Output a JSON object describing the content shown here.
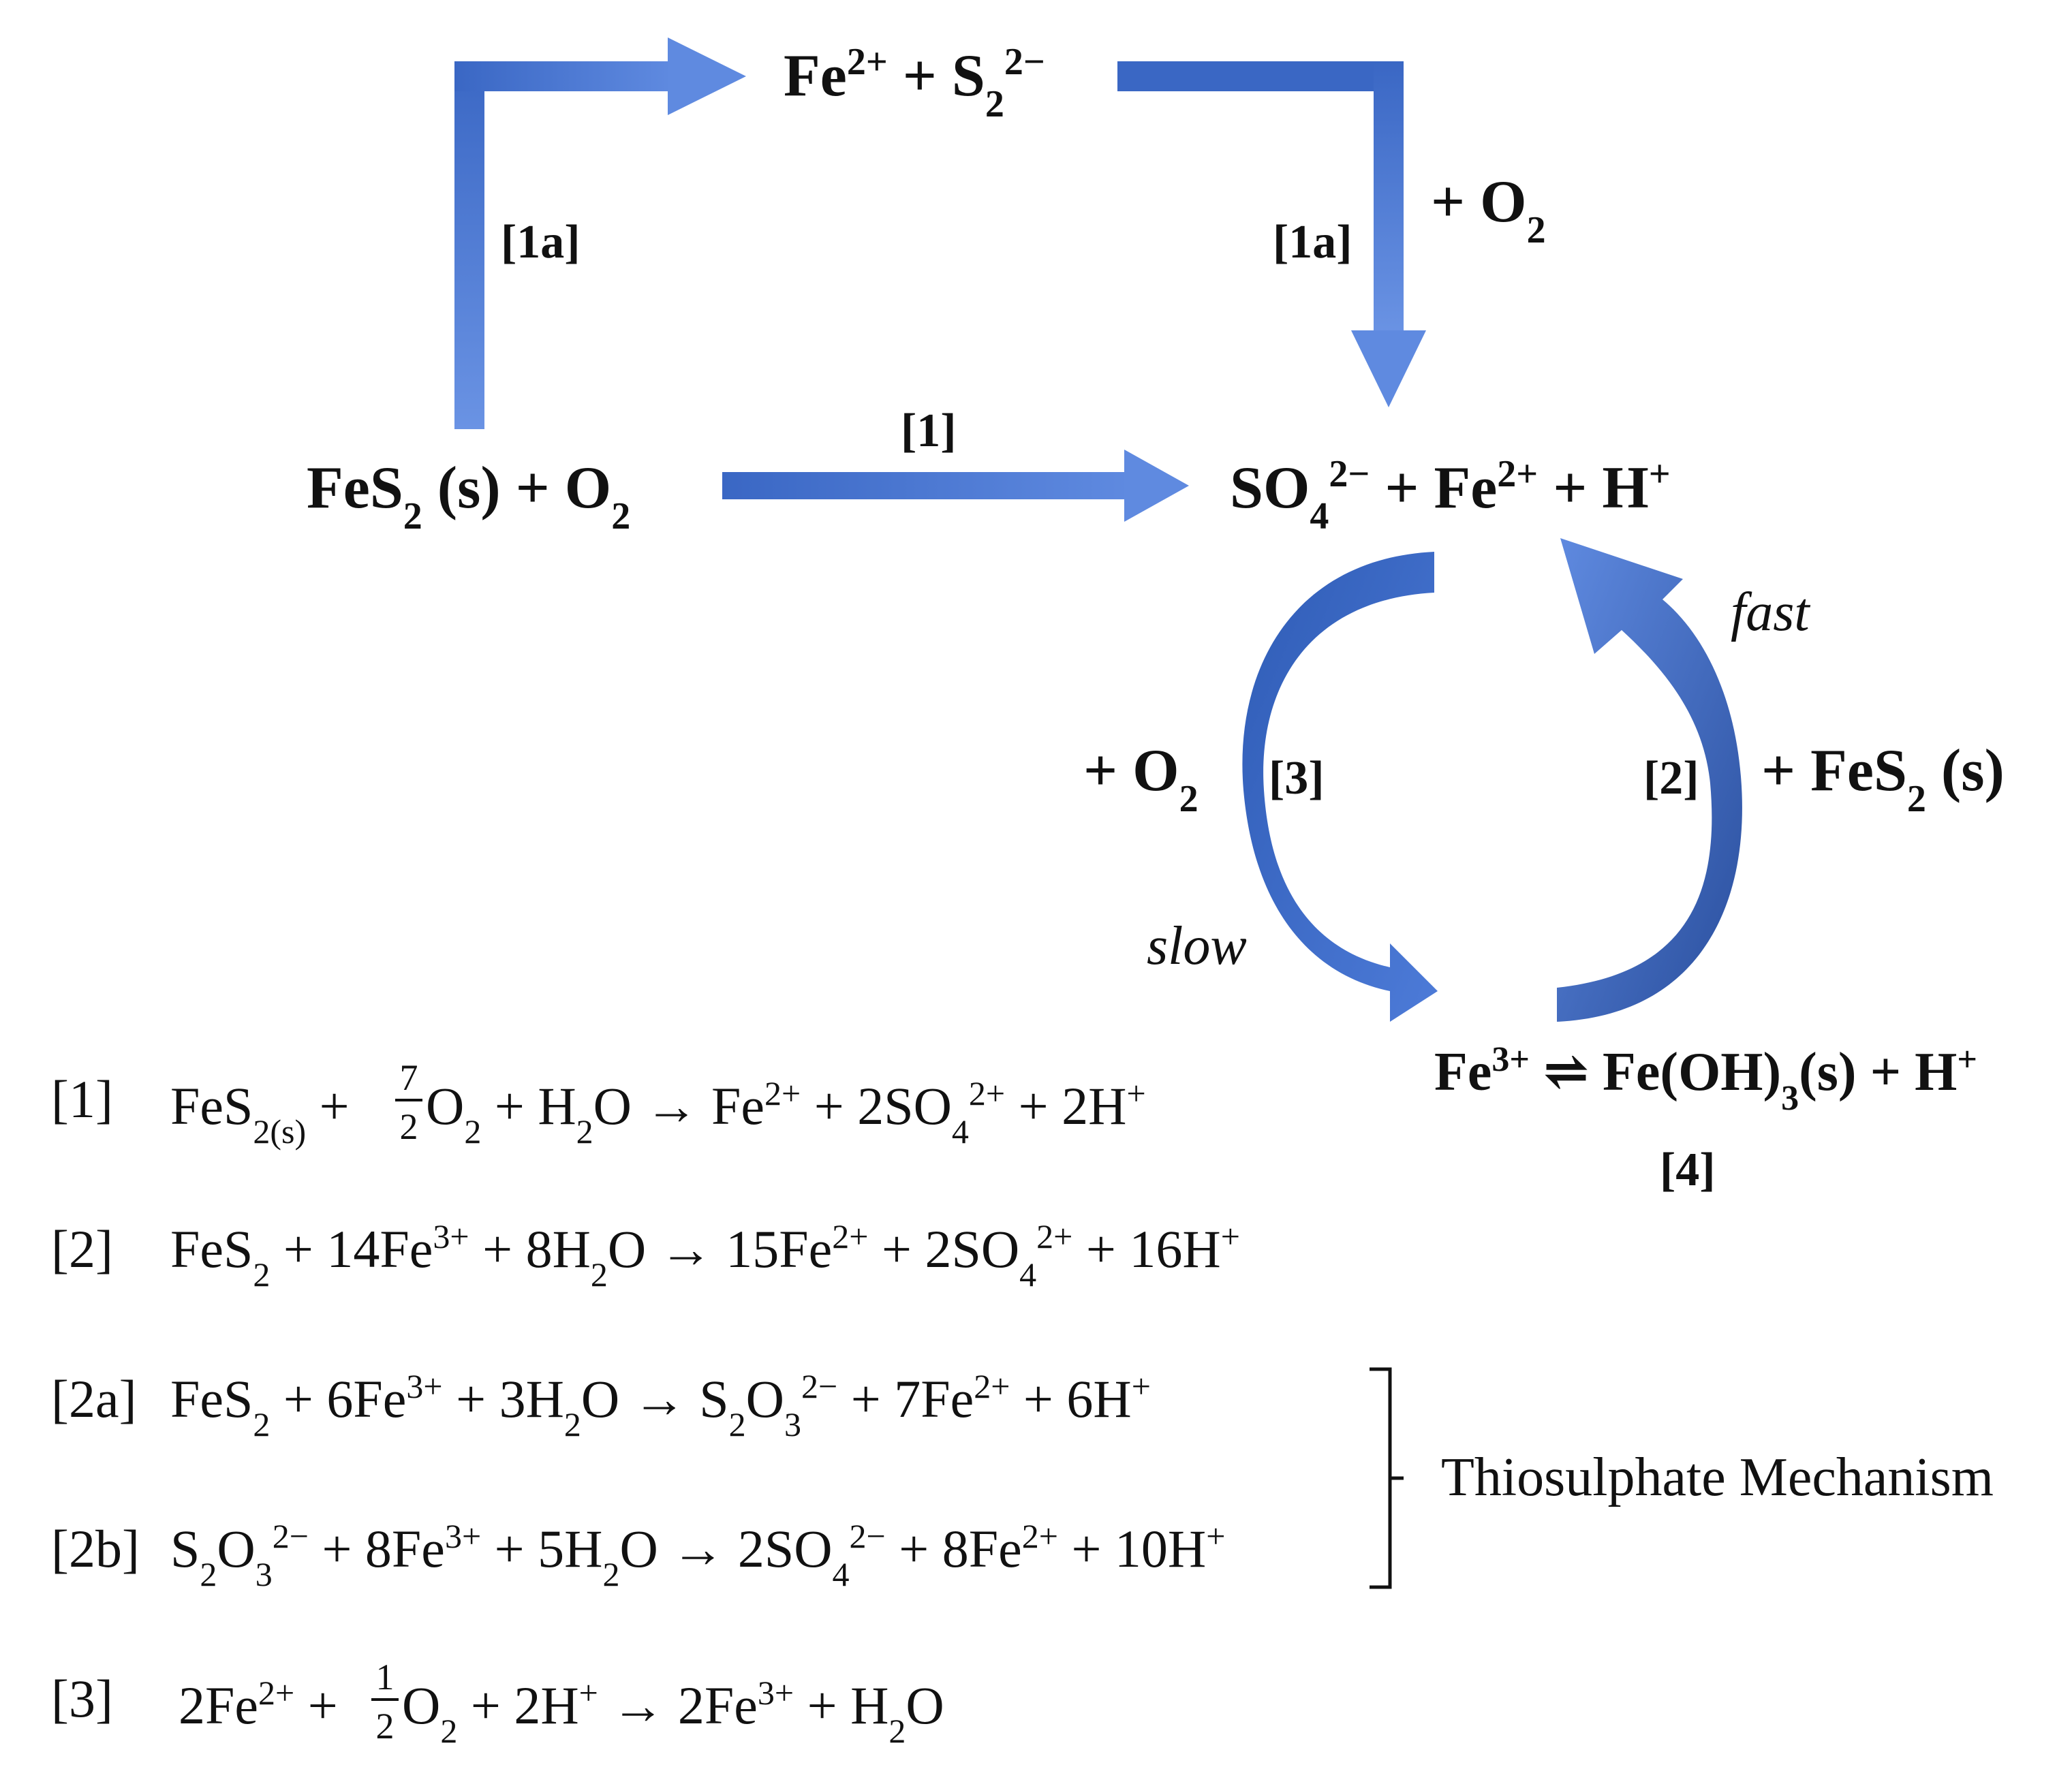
{
  "colors": {
    "arrow_main": "#3a67c4",
    "arrow_light": "#5f8ae0",
    "arrow_dark": "#2a4f9e",
    "text": "#111111",
    "background": "#ffffff"
  },
  "diagram": {
    "species": {
      "fe_s2": {
        "fe": "Fe",
        "fe_charge": "2+",
        "plus": " + S",
        "s_sub": "2",
        "s_charge": "2−"
      },
      "pyrite_o2": {
        "a": "FeS",
        "a_sub": "2",
        "b": " (s) + O",
        "b_sub": "2"
      },
      "products": {
        "a": "SO",
        "a_sub": "4",
        "a_charge": "2−",
        "b": " + Fe",
        "b_charge": "2+",
        "c": " + H",
        "c_charge": "+"
      },
      "fe3": {
        "a": "Fe",
        "a_charge": "3+",
        "b": " ⇌ Fe(OH)",
        "b_sub": "3",
        "c": "(s) + H",
        "c_charge": "+"
      }
    },
    "labels": {
      "r1a_left": "[1a]",
      "r1a_right": "[1a]",
      "r1": "[1]",
      "r2": "[2]",
      "r3": "[3]",
      "r4": "[4]",
      "plus_o2_top": {
        "a": "+ O",
        "sub": "2"
      },
      "plus_o2_left": {
        "a": "+ O",
        "sub": "2"
      },
      "plus_fes2": {
        "a": "+ FeS",
        "sub": "2",
        "b": " (s)"
      },
      "fast": "fast",
      "slow": "slow"
    }
  },
  "equations": [
    {
      "id": "[1]",
      "parts": [
        "FeS",
        "2(s)",
        " + ",
        "7",
        "2",
        " O",
        "2",
        " + H",
        "2",
        "O ",
        "→",
        " Fe",
        "2+",
        " + 2SO",
        "4",
        "2+",
        " + 2H",
        "+"
      ]
    },
    {
      "id": "[2]",
      "parts": [
        "FeS",
        "2",
        " + 14Fe",
        "3+",
        " + 8H",
        "2",
        "O ",
        "→",
        " 15Fe",
        "2+",
        " + 2SO",
        "4",
        "2+",
        " + 16H",
        "+"
      ]
    },
    {
      "id": "[2a]",
      "parts": [
        "FeS",
        "2",
        " + 6Fe",
        "3+",
        " + 3H",
        "2",
        "O ",
        "→",
        " S",
        "2",
        "O",
        "3",
        "2−",
        " + 7Fe",
        "2+",
        " + 6H",
        "+"
      ]
    },
    {
      "id": "[2b]",
      "parts": [
        "S",
        "2",
        "O",
        "3",
        "2−",
        " + 8Fe",
        "3+",
        " + 5H",
        "2",
        "O ",
        "→",
        " 2SO",
        "4",
        "2−",
        " + 8Fe",
        "2+",
        " + 10H",
        "+"
      ]
    },
    {
      "id": "[3]",
      "parts": [
        "2Fe",
        "2+",
        " + ",
        "1",
        "2",
        " O",
        "2",
        " + 2H",
        "+",
        " ",
        "→",
        " 2Fe",
        "3+",
        " + H",
        "2",
        "O"
      ]
    }
  ],
  "bracket_label": "Thiosulphate Mechanism"
}
